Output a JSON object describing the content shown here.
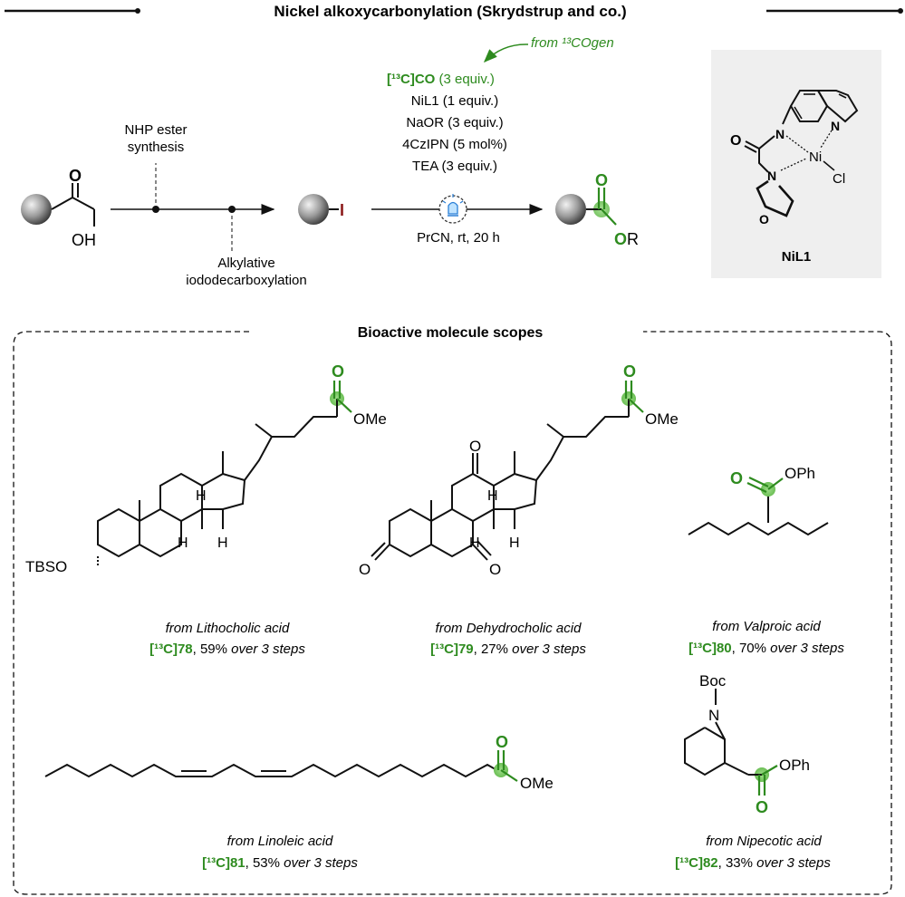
{
  "header": {
    "title": "Nickel alkoxycarbonylation (Skrydstrup and co.)"
  },
  "scheme": {
    "step1_top_line1": "NHP ester",
    "step1_top_line2": "synthesis",
    "step1_bottom_line1": "Alkylative",
    "step1_bottom_line2": "iododecarboxylation",
    "acid_o": "O",
    "acid_oh": "OH",
    "iodide": "I",
    "from_13cogen": "from ¹³COgen",
    "cond1_label": "[¹³C]CO",
    "cond1_rest": " (3 equiv.)",
    "cond2": "NiL1 (1 equiv.)",
    "cond3": "NaOR (3 equiv.)",
    "cond4": "4CzIPN (5 mol%)",
    "cond5": "TEA (3 equiv.)",
    "cond_below": "PrCN, rt, 20 h",
    "product_o": "O",
    "product_or_o": "O",
    "product_or_r": "R"
  },
  "ligand": {
    "name": "NiL1",
    "atom_o_carbonyl": "O",
    "atom_n1": "N",
    "atom_n2": "N",
    "atom_n3": "N",
    "atom_ni": "Ni",
    "atom_cl": "Cl",
    "atom_o_ring": "O"
  },
  "scopes": {
    "title": "Bioactive molecule scopes",
    "items": [
      {
        "source": "from Lithocholic acid",
        "label": "[¹³C]78",
        "yield": ", 59% ",
        "tail": "over 3 steps",
        "substituent": "OMe"
      },
      {
        "source": "from Dehydrocholic acid",
        "label": "[¹³C]79",
        "yield": ", 27% ",
        "tail": "over 3 steps",
        "substituent": "OMe"
      },
      {
        "source": "from Valproic acid",
        "label": "[¹³C]80",
        "yield": ", 70% ",
        "tail": "over 3 steps",
        "substituent": "OPh"
      },
      {
        "source": "from Linoleic acid",
        "label": "[¹³C]81",
        "yield": ", 53% ",
        "tail": "over 3 steps",
        "substituent": "OMe"
      },
      {
        "source": "from Nipecotic acid",
        "label": "[¹³C]82",
        "yield": ", 33% ",
        "tail": "over 3 steps",
        "substituent": "OPh"
      }
    ],
    "tbso": "TBSO",
    "boc": "Boc",
    "h": "H"
  }
}
